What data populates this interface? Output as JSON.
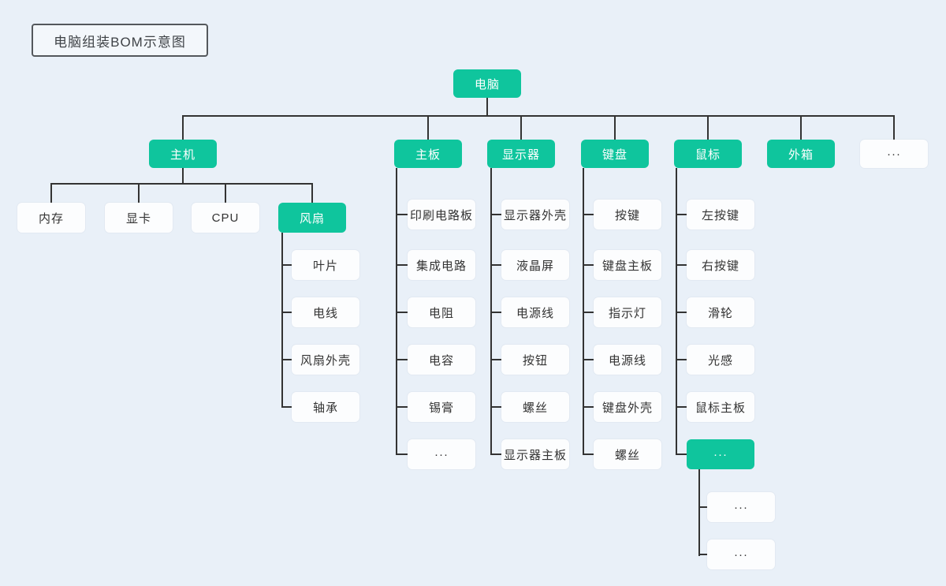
{
  "title": "电脑组装BOM示意图",
  "root": {
    "label": "电脑"
  },
  "branches": [
    {
      "label": "主机",
      "children": [
        {
          "label": "内存"
        },
        {
          "label": "显卡"
        },
        {
          "label": "CPU"
        },
        {
          "label": "风扇",
          "children": [
            {
              "label": "叶片"
            },
            {
              "label": "电线"
            },
            {
              "label": "风扇外壳"
            },
            {
              "label": "轴承"
            }
          ]
        }
      ]
    },
    {
      "label": "主板",
      "children": [
        {
          "label": "印刷电路板"
        },
        {
          "label": "集成电路"
        },
        {
          "label": "电阻"
        },
        {
          "label": "电容"
        },
        {
          "label": "锡膏"
        },
        {
          "label": "···"
        }
      ]
    },
    {
      "label": "显示器",
      "children": [
        {
          "label": "显示器外壳"
        },
        {
          "label": "液晶屏"
        },
        {
          "label": "电源线"
        },
        {
          "label": "按钮"
        },
        {
          "label": "螺丝"
        },
        {
          "label": "显示器主板"
        }
      ]
    },
    {
      "label": "键盘",
      "children": [
        {
          "label": "按键"
        },
        {
          "label": "键盘主板"
        },
        {
          "label": "指示灯"
        },
        {
          "label": "电源线"
        },
        {
          "label": "键盘外壳"
        },
        {
          "label": "螺丝"
        }
      ]
    },
    {
      "label": "鼠标",
      "children": [
        {
          "label": "左按键"
        },
        {
          "label": "右按键"
        },
        {
          "label": "滑轮"
        },
        {
          "label": "光感"
        },
        {
          "label": "鼠标主板"
        },
        {
          "label": "···",
          "children": [
            {
              "label": "···"
            },
            {
              "label": "···"
            }
          ]
        }
      ]
    },
    {
      "label": "外箱"
    },
    {
      "label": "···"
    }
  ],
  "colors": {
    "accent_green": "#0FC59D",
    "node_background": "#FCFDFE",
    "connector": "#333333",
    "canvas_background": "#E9F0F8",
    "title_border": "#54585C"
  }
}
